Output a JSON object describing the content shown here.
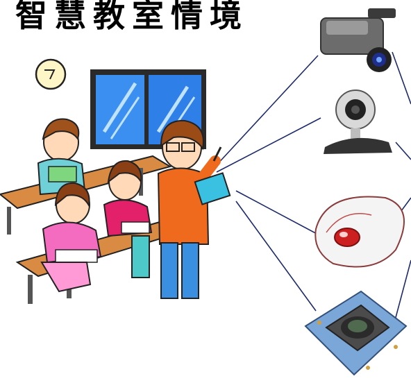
{
  "slide": {
    "title": "智慧教室情境"
  },
  "devices": [
    {
      "name": "video-camera"
    },
    {
      "name": "webcam"
    },
    {
      "name": "wireless-mouse"
    },
    {
      "name": "touch-module"
    }
  ],
  "colors": {
    "connector": "#1c2a6b",
    "window_glass": "#2f7fe8",
    "teacher_shirt": "#f06a1e",
    "desk": "#d98b43"
  }
}
